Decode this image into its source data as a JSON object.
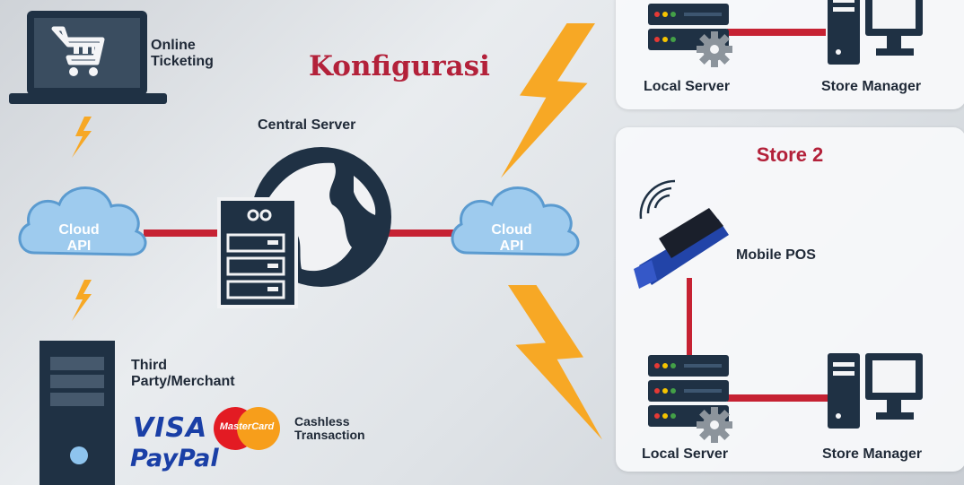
{
  "title": "Konfigurasi",
  "online_ticketing": "Online\nTicketing",
  "central_server": "Central Server",
  "cloud_left": "Cloud\nAPI",
  "cloud_right": "Cloud\nAPI",
  "third_party": "Third\nParty/Merchant",
  "cashless": "Cashless\nTransaction",
  "payment_logos": {
    "visa": "VISA",
    "mastercard": "MasterCard",
    "paypal": "PayPal"
  },
  "store1": {
    "local_server": "Local Server",
    "store_manager": "Store Manager"
  },
  "store2": {
    "title": "Store 2",
    "mobile_pos": "Mobile POS",
    "local_server": "Local Server",
    "store_manager": "Store Manager"
  },
  "colors": {
    "accent": "#b3213a",
    "link": "#c62233",
    "dark": "#1f3144",
    "cloud": "#9ecbee",
    "lightning": "#f7a825",
    "led_red": "#e53935",
    "led_yellow": "#f5c400",
    "led_green": "#43a047"
  },
  "icons": [
    "laptop-cart-icon",
    "cloud-icon",
    "globe-server-icon",
    "lightning-icon",
    "tower-pc-icon",
    "rack-server-icon",
    "gear-icon",
    "desktop-pc-icon",
    "mobile-pos-icon",
    "wifi-signal-icon"
  ]
}
